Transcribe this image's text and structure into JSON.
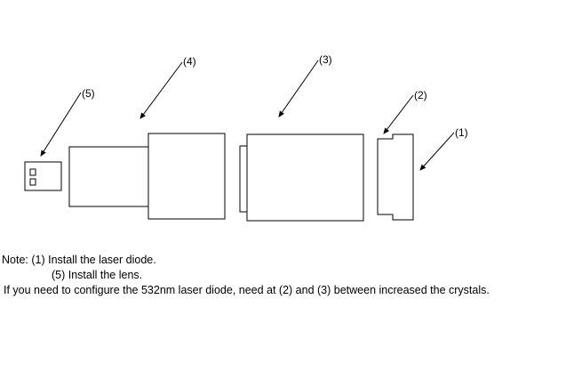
{
  "diagram": {
    "parts": [
      {
        "id": "1",
        "label": "(1)"
      },
      {
        "id": "2",
        "label": "(2)"
      },
      {
        "id": "3",
        "label": "(3)"
      },
      {
        "id": "4",
        "label": "(4)"
      },
      {
        "id": "5",
        "label": "(5)"
      }
    ]
  },
  "notes": {
    "line1": "Note: (1) Install the laser diode.",
    "line2": "(5) Install the lens.",
    "line3": "If you need to configure the 532nm laser diode, need at (2) and (3) between increased the crystals."
  }
}
